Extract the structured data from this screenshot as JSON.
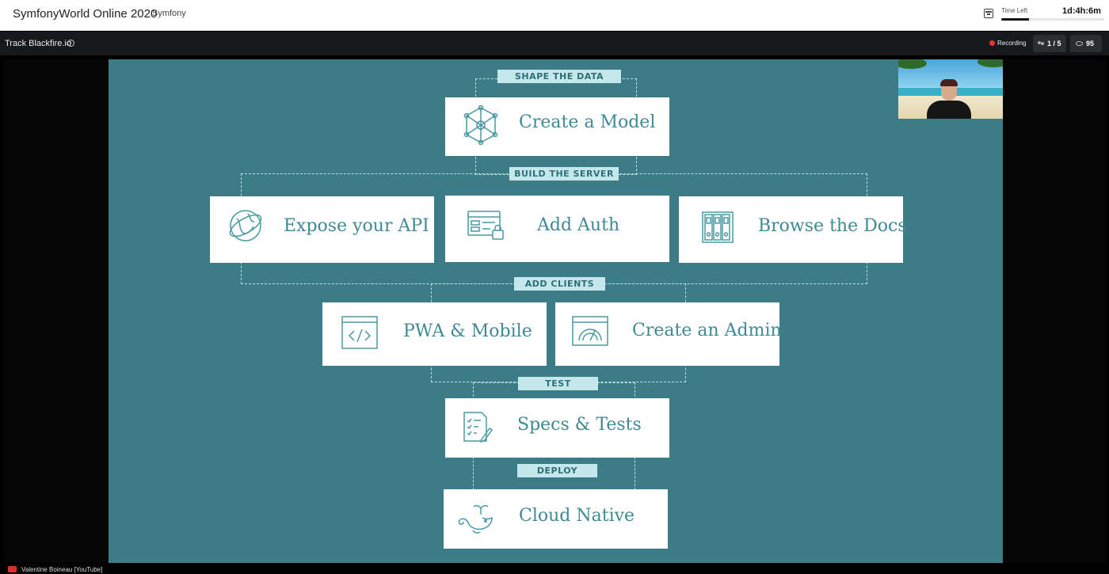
{
  "header": {
    "app_title": "SymfonyWorld Online 2020",
    "org": "Symfony",
    "time_left_label": "Time Left",
    "time_left_value": "1d:4h:6m",
    "time_progress_pct": 27
  },
  "subbar": {
    "track": "Track Blackfire.io",
    "info_glyph": "i",
    "recording": "Recording",
    "viewers": "1 / 5",
    "views": "95"
  },
  "slide": {
    "sections": [
      "SHAPE THE DATA",
      "BUILD THE SERVER",
      "ADD CLIENTS",
      "TEST",
      "DEPLOY"
    ],
    "cards": {
      "model": "Create a Model",
      "api": "Expose your API",
      "auth": "Add Auth",
      "docs": "Browse the Docs",
      "pwa": "PWA & Mobile",
      "admin": "Create an Admin",
      "tests": "Specs & Tests",
      "cloud": "Cloud Native"
    },
    "icons": [
      "molecule-icon",
      "globe-icon",
      "form-lock-icon",
      "binders-icon",
      "code-window-icon",
      "dashboard-gauge-icon",
      "checklist-pencil-icon",
      "whale-icon"
    ],
    "colors": {
      "background": "#3c7c86",
      "accent": "#3f8a93",
      "tag": "#c3e7ea"
    }
  },
  "footer": {
    "speaker": "Valentine Boineau [YouTube]"
  }
}
